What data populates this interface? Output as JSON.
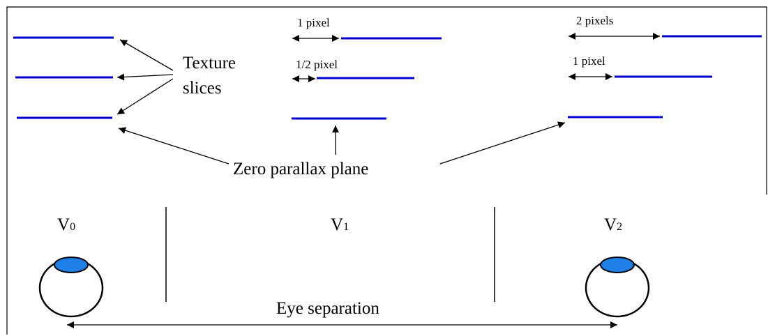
{
  "labels": {
    "texture_line1": "Texture",
    "texture_line2": "slices",
    "zero_parallax": "Zero parallax plane",
    "eye_separation": "Eye separation"
  },
  "offsets": {
    "v1_top": "1 pixel",
    "v1_mid": "1/2 pixel",
    "v2_top": "2 pixels",
    "v2_mid": "1 pixel"
  },
  "views": [
    {
      "base": "V",
      "sub": "0"
    },
    {
      "base": "V",
      "sub": "1"
    },
    {
      "base": "V",
      "sub": "2"
    }
  ],
  "colors": {
    "slice_line": "#0000cc",
    "iris": "#1e7fe6"
  }
}
